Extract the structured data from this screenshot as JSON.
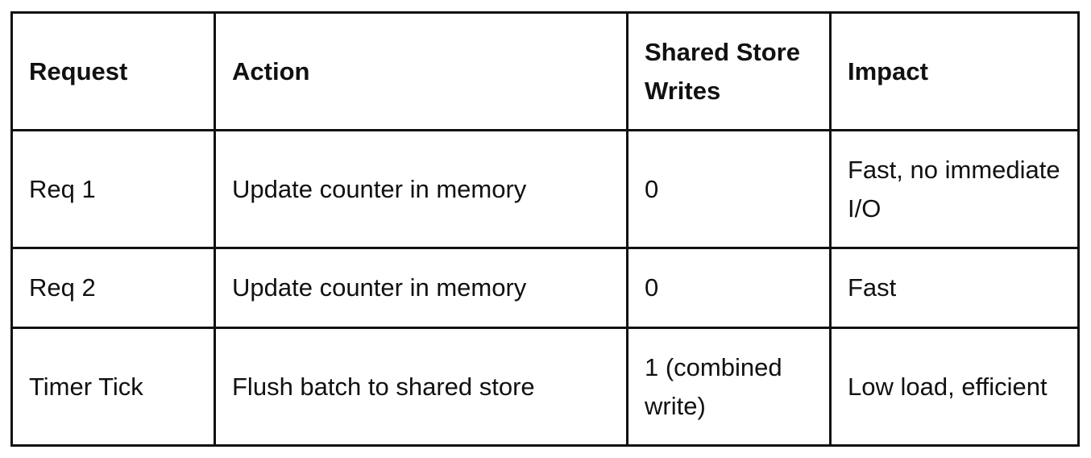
{
  "table": {
    "headers": [
      "Request",
      "Action",
      "Shared Store Writes",
      "Impact"
    ],
    "rows": [
      {
        "request": "Req 1",
        "action": "Update counter in memory",
        "writes": "0",
        "impact": "Fast, no immediate I/O"
      },
      {
        "request": "Req 2",
        "action": "Update counter in memory",
        "writes": "0",
        "impact": "Fast"
      },
      {
        "request": "Timer Tick",
        "action": "Flush batch to shared store",
        "writes": "1 (combined write)",
        "impact": "Low load, efficient"
      }
    ]
  },
  "colors": {
    "border": "#111111",
    "text": "#111111",
    "background": "#ffffff"
  }
}
